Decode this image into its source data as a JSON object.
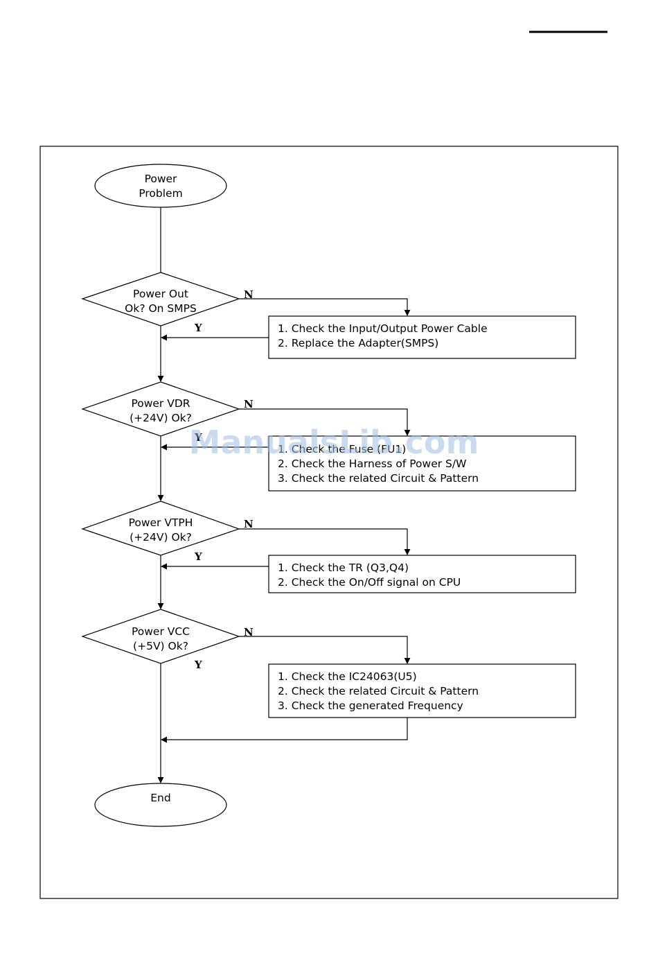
{
  "header_rule": true,
  "nodes": {
    "start": {
      "lines": [
        "Power",
        "Problem"
      ]
    },
    "d_smps": {
      "lines": [
        "Power Out",
        "Ok? On SMPS"
      ]
    },
    "a_smps": {
      "lines": [
        "1. Check the Input/Output Power Cable",
        "2. Replace the Adapter(SMPS)"
      ]
    },
    "d_vdr": {
      "lines": [
        "Power VDR",
        "(+24V) Ok?"
      ]
    },
    "a_vdr": {
      "lines": [
        "1. Check the Fuse (FU1)",
        "2. Check the Harness of Power S/W",
        "3. Check the related Circuit & Pattern"
      ]
    },
    "d_vtph": {
      "lines": [
        "Power VTPH",
        "(+24V) Ok?"
      ]
    },
    "a_vtph": {
      "lines": [
        "1. Check the TR (Q3,Q4)",
        "2. Check the On/Off signal on CPU"
      ]
    },
    "d_vcc": {
      "lines": [
        "Power VCC",
        "(+5V) Ok?"
      ]
    },
    "a_vcc": {
      "lines": [
        "1. Check the IC24063(U5)",
        "2. Check the related Circuit & Pattern",
        "3. Check the generated Frequency"
      ]
    },
    "end": {
      "lines": [
        "End"
      ]
    }
  },
  "labels": {
    "no": "N",
    "yes": "Y"
  },
  "edges": [
    {
      "from": "start",
      "to": "d_smps",
      "label": ""
    },
    {
      "from": "d_smps",
      "to": "a_smps",
      "label": "N"
    },
    {
      "from": "a_smps",
      "to": "d_vdr",
      "label": "Y"
    },
    {
      "from": "d_vdr",
      "to": "a_vdr",
      "label": "N"
    },
    {
      "from": "a_vdr",
      "to": "d_vtph",
      "label": "Y"
    },
    {
      "from": "d_vtph",
      "to": "a_vtph",
      "label": "N"
    },
    {
      "from": "a_vtph",
      "to": "d_vcc",
      "label": "Y"
    },
    {
      "from": "d_vcc",
      "to": "a_vcc",
      "label": "N"
    },
    {
      "from": "d_vcc",
      "to": "end",
      "label": "Y"
    },
    {
      "from": "a_vcc",
      "to": "end",
      "label": ""
    }
  ],
  "watermark": "ManualsLib.com"
}
